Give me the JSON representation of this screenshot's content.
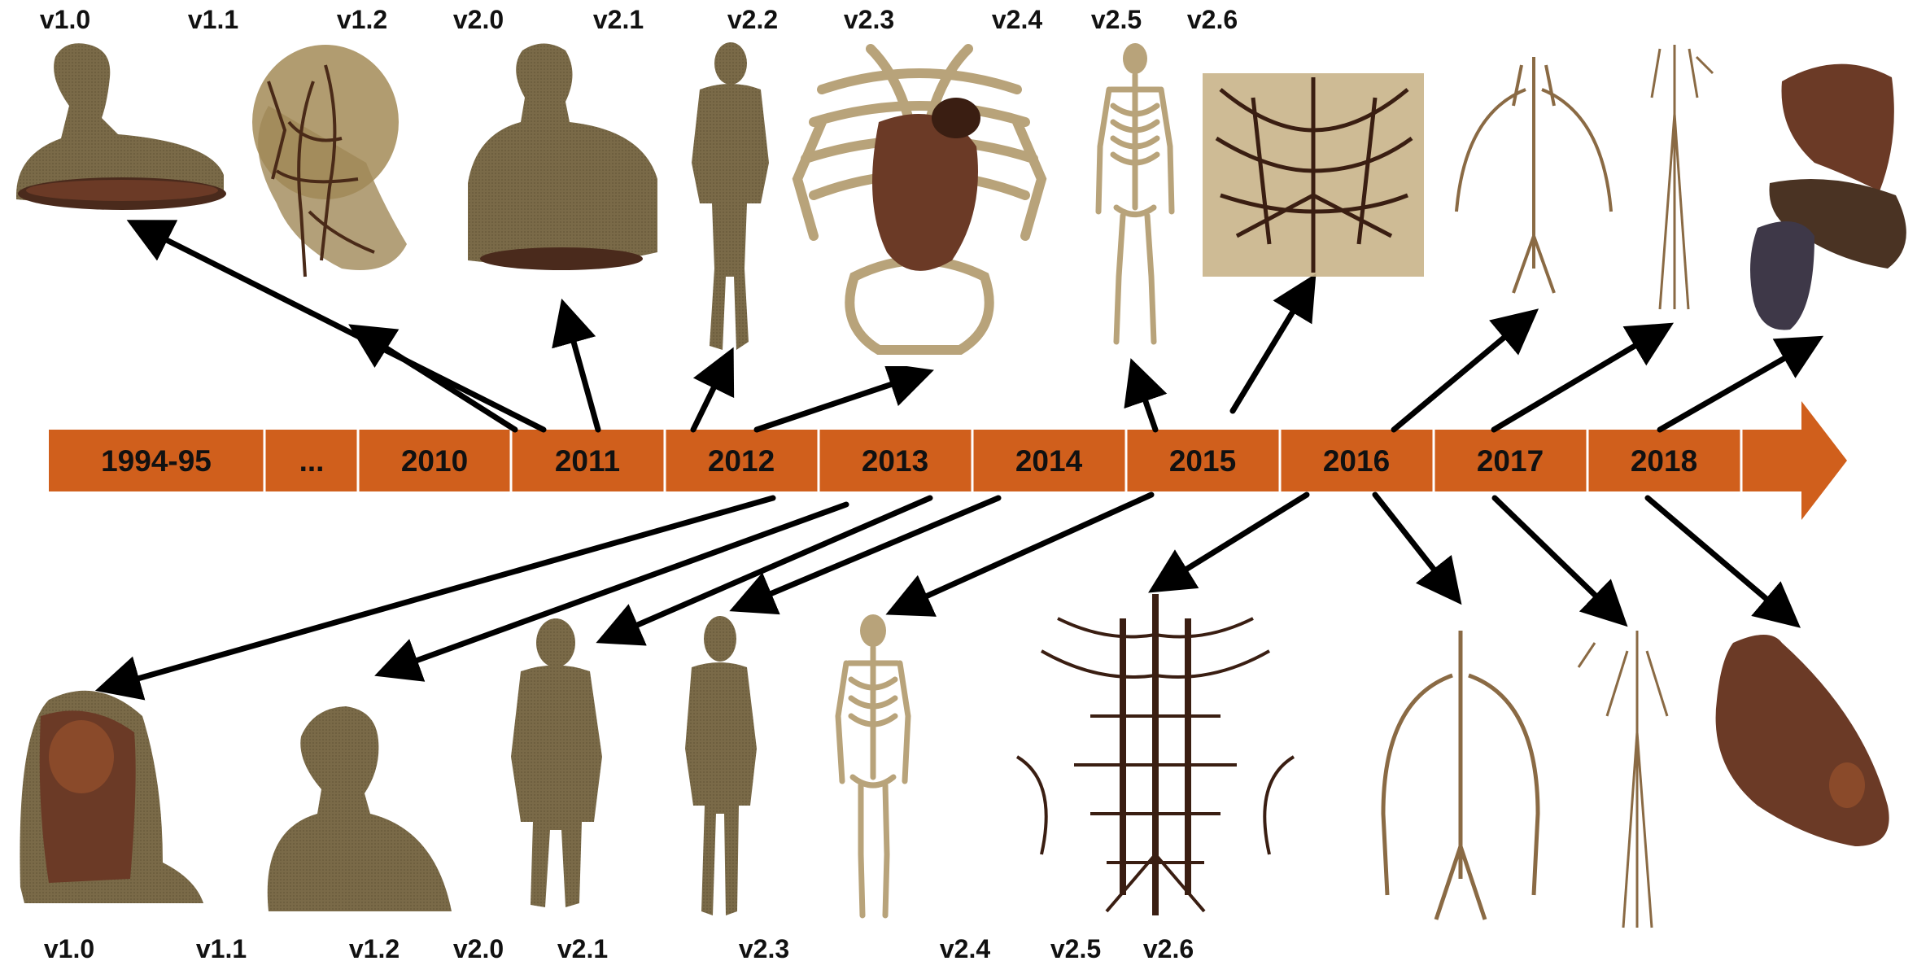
{
  "timeline": {
    "fill_color": "#d05f1c",
    "years": [
      "1994-95",
      "...",
      "2010",
      "2011",
      "2012",
      "2013",
      "2014",
      "2015",
      "2016",
      "2017",
      "2018"
    ]
  },
  "top_models": [
    "v1.0",
    "v1.1",
    "v1.2",
    "v2.0",
    "v2.1",
    "v2.2",
    "v2.3",
    "v2.4",
    "v2.5",
    "v2.6"
  ],
  "bottom_models": [
    "v1.0",
    "v1.1",
    "v1.2",
    "v2.0",
    "v2.1",
    "v2.3",
    "v2.4",
    "v2.5",
    "v2.6"
  ],
  "colors": {
    "tissue": "#7a6a48",
    "bone": "#b8a37a",
    "organ": "#6b3a26",
    "vessel": "#3a1e12",
    "arrow": "#000000"
  }
}
